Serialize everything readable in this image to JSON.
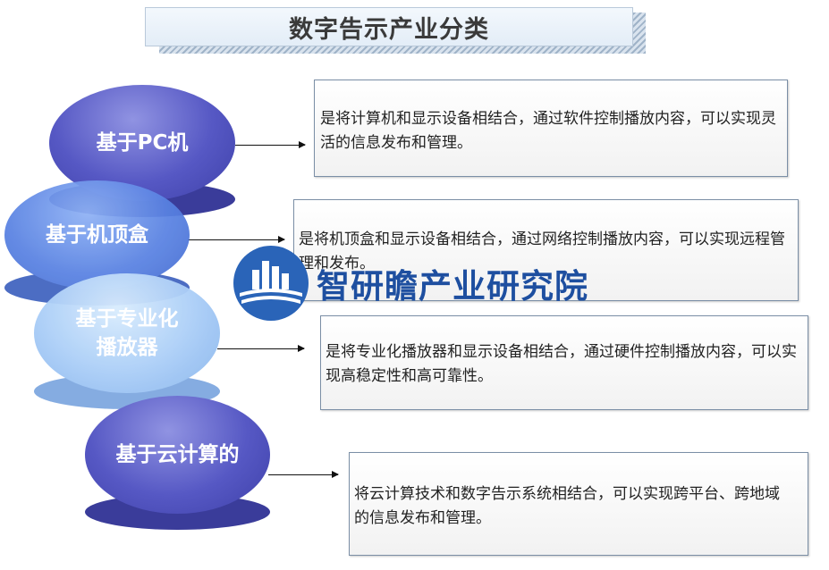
{
  "title": "数字告示产业分类",
  "categories": [
    {
      "label": "基于PC机",
      "description": "是将计算机和显示设备相结合，通过软件控制播放内容，可以实现灵活的信息发布和管理。"
    },
    {
      "label": "基于机顶盒",
      "description": "是将机顶盒和显示设备相结合，通过网络控制播放内容，可以实现远程管理和发布。"
    },
    {
      "label": "基于专业化播放器",
      "description": "是将专业化播放器和显示设备相结合，通过硬件控制播放内容，可以实现高稳定性和高可靠性。"
    },
    {
      "label": "基于云计算的",
      "description": "将云计算技术和数字告示系统相结合，可以实现跨平台、跨地域的信息发布和管理。"
    }
  ],
  "watermark": {
    "text": "智研瞻产业研究院",
    "icon": "building-logo-icon"
  },
  "colors": {
    "disc_dark": "#5658c4",
    "disc_blue": "#5a83e3",
    "disc_light": "#a9cdf7",
    "watermark": "#1e4fa0"
  }
}
